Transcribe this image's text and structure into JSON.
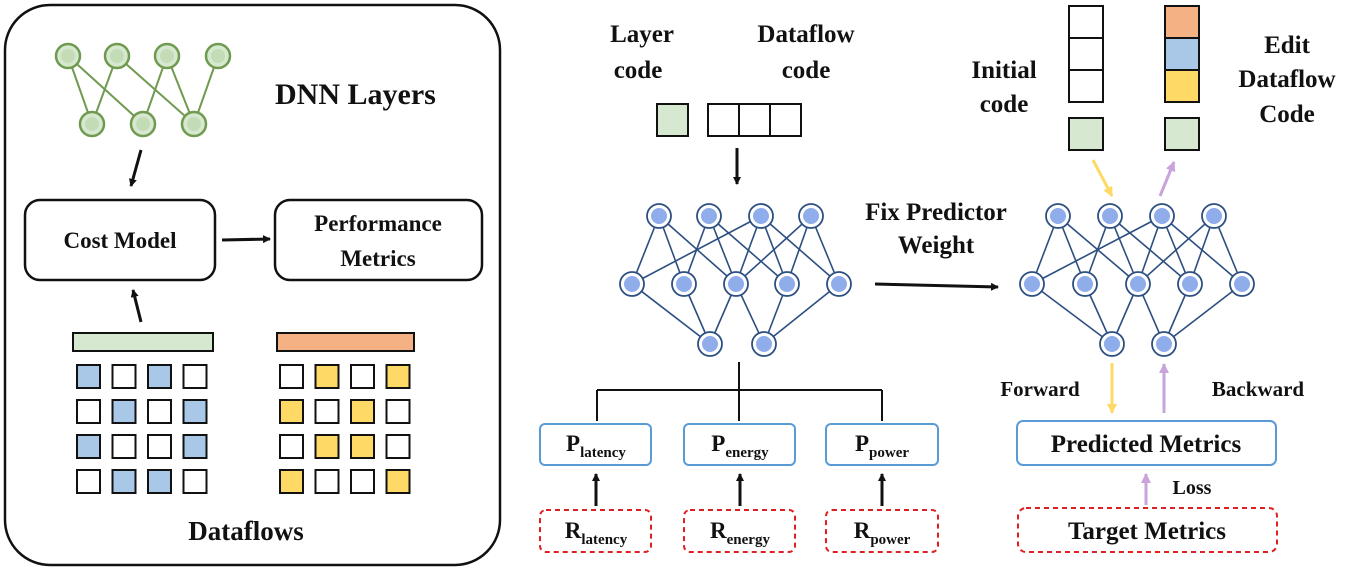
{
  "left_panel": {
    "title": "DNN Layers",
    "cost_model": "Cost Model",
    "performance_line1": "Performance",
    "performance_line2": "Metrics",
    "dataflows": "Dataflows",
    "dataflow_grid_a": [
      [
        1,
        0,
        1,
        0
      ],
      [
        0,
        1,
        0,
        1
      ],
      [
        1,
        0,
        0,
        1
      ],
      [
        0,
        1,
        1,
        0
      ]
    ],
    "dataflow_grid_b": [
      [
        0,
        1,
        0,
        1
      ],
      [
        1,
        0,
        1,
        0
      ],
      [
        0,
        1,
        1,
        0
      ],
      [
        1,
        0,
        0,
        1
      ]
    ]
  },
  "middle_panel": {
    "layer_code_line1": "Layer",
    "layer_code_line2": "code",
    "dataflow_code_line1": "Dataflow",
    "dataflow_code_line2": "code",
    "fix_line1": "Fix Predictor",
    "fix_line2": "Weight",
    "predictors": [
      {
        "base": "P",
        "sub": "latency"
      },
      {
        "base": "P",
        "sub": "energy"
      },
      {
        "base": "P",
        "sub": "power"
      }
    ],
    "requirements": [
      {
        "base": "R",
        "sub": "latency"
      },
      {
        "base": "R",
        "sub": "energy"
      },
      {
        "base": "R",
        "sub": "power"
      }
    ]
  },
  "right_panel": {
    "initial_line1": "Initial",
    "initial_line2": "code",
    "edit_line1": "Edit",
    "edit_line2": "Dataflow",
    "edit_line3": "Code",
    "forward": "Forward",
    "backward": "Backward",
    "predicted": "Predicted Metrics",
    "loss": "Loss",
    "target": "Target Metrics"
  },
  "colors": {
    "green_fill": "#d6e8cf",
    "green_stroke": "#6f9a4f",
    "blue_cell": "#a9c8e8",
    "yellow_cell": "#ffd966",
    "orange_cell": "#f4b183",
    "node_fill": "#8fadea",
    "node_stroke": "#2c4f80",
    "box_blue": "#5b9bd5",
    "dashed_red": "#e02020",
    "arrow_yellow": "#ffd966",
    "arrow_purple": "#c9a3dc"
  }
}
